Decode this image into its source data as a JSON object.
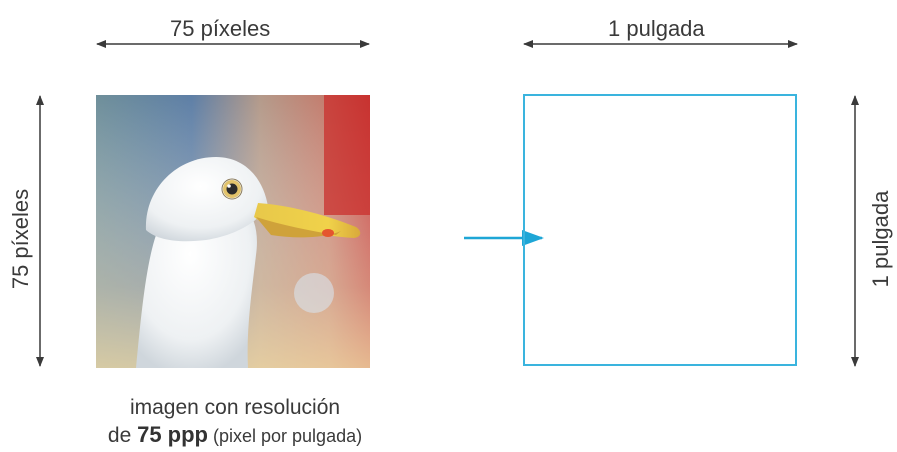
{
  "left": {
    "top_label": "75 píxeles",
    "side_label": "75 píxeles"
  },
  "right": {
    "top_label": "1 pulgada",
    "side_label": "1 pulgada"
  },
  "caption": {
    "line1": "imagen con resolución",
    "line2_prefix": "de ",
    "line2_bold": "75 ppp",
    "line2_suffix": " (pixel por pulgada)"
  },
  "colors": {
    "arrow_dark": "#3a3a3a",
    "accent_blue": "#3ab4de"
  },
  "image": {
    "subject": "seagull-head-photo"
  }
}
